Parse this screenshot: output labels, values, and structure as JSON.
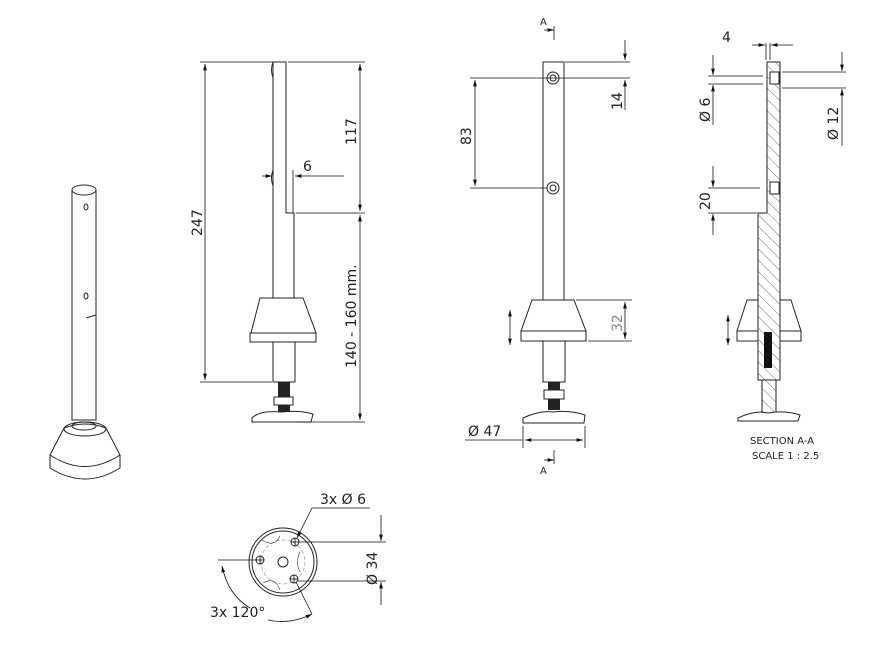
{
  "drawing": {
    "side_view": {
      "overall_height": "247",
      "upper_length": "117",
      "width": "6",
      "adjust_range": "140 - 160 mm."
    },
    "front_view": {
      "top_offset": "14",
      "hole_spacing": "83",
      "cone_height": "32",
      "foot_diameter": "Ø 47",
      "section_mark_top": "A",
      "section_mark_bottom": "A"
    },
    "section_view": {
      "step": "4",
      "hole_diameter": "Ø 6",
      "shaft_diameter": "Ø 12",
      "step_height": "20",
      "title": "SECTION A-A",
      "scale": "SCALE 1 : 2.5"
    },
    "bottom_view": {
      "holes": "3x  Ø 6",
      "bolt_circle": "Ø 34",
      "angle": "3x 120°"
    }
  }
}
